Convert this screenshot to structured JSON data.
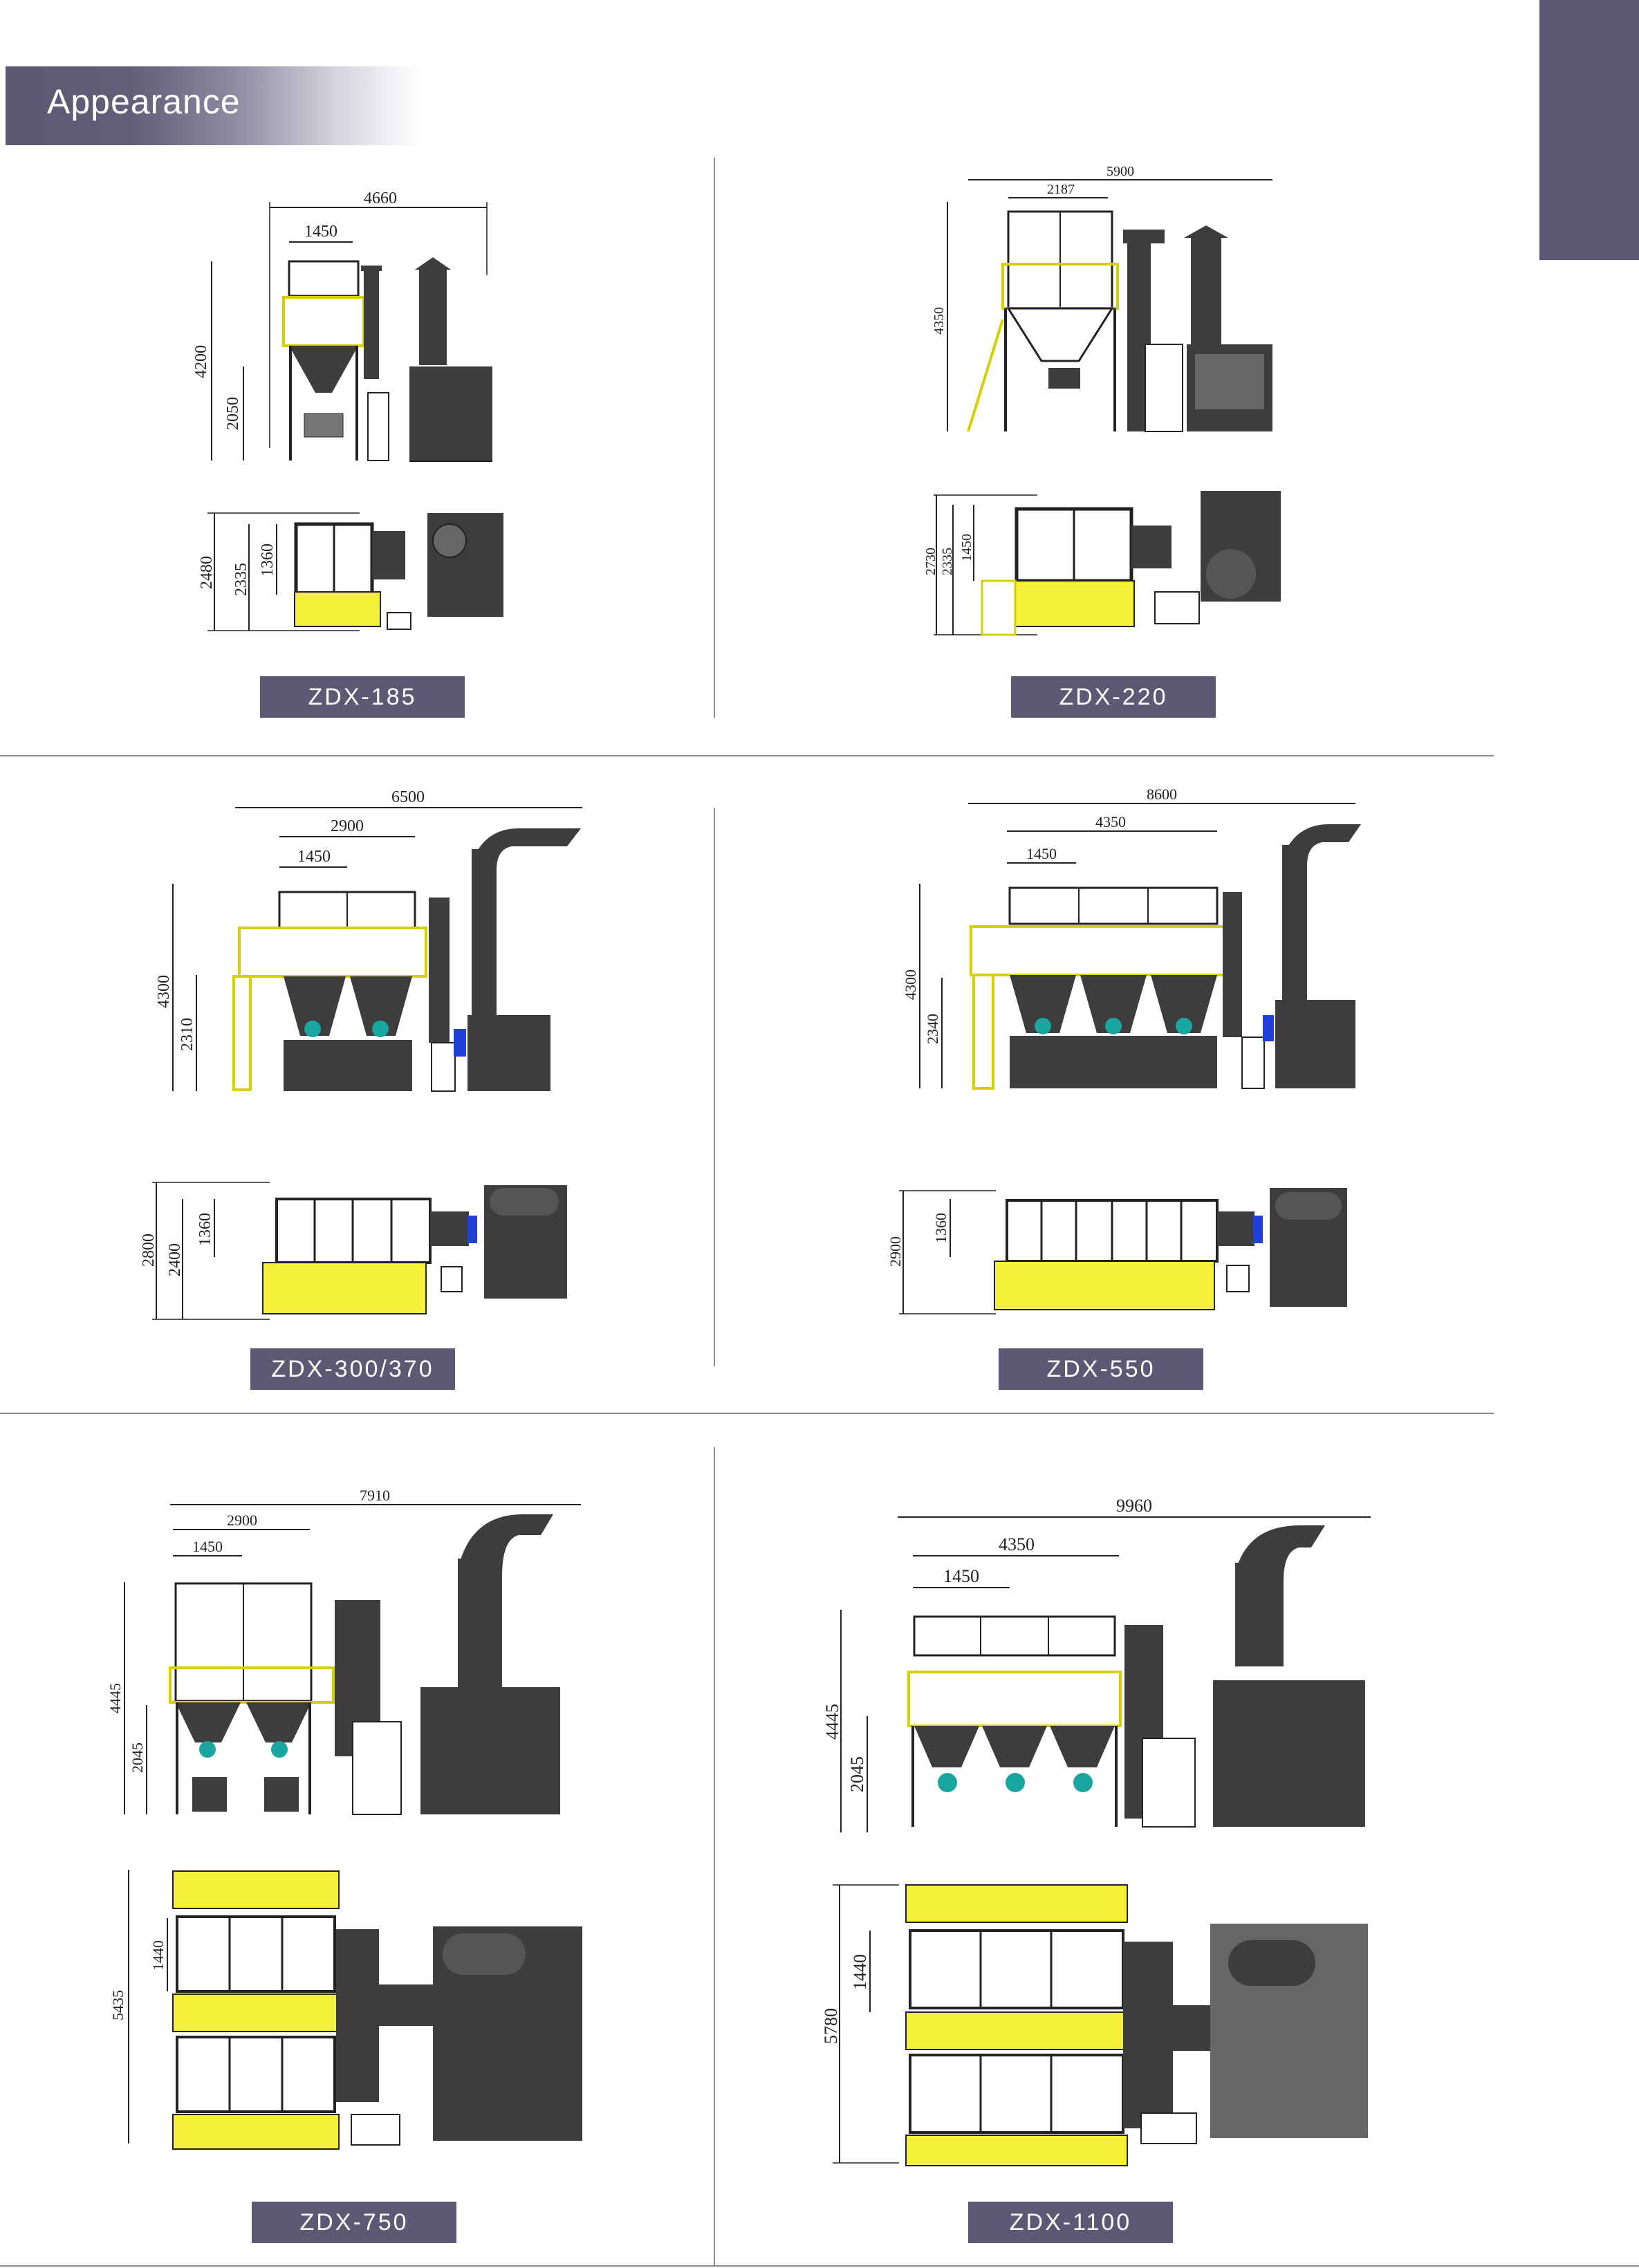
{
  "header": {
    "title": "Appearance"
  },
  "models": [
    {
      "label": "ZDX-185",
      "front": {
        "w": "4660",
        "a": "1450",
        "h": "4200",
        "h2": "2050"
      },
      "top": {
        "d1": "2480",
        "d2": "2335",
        "d3": "1360"
      }
    },
    {
      "label": "ZDX-220",
      "front": {
        "w": "5900",
        "a": "2187",
        "h": "4350"
      },
      "top": {
        "d1": "2730",
        "d2": "2335",
        "d3": "1450"
      }
    },
    {
      "label": "ZDX-300/370",
      "front": {
        "w": "6500",
        "a": "2900",
        "b": "1450",
        "h": "4300",
        "h2": "2310"
      },
      "top": {
        "d1": "2800",
        "d2": "2400",
        "d3": "1360"
      }
    },
    {
      "label": "ZDX-550",
      "front": {
        "w": "8600",
        "a": "4350",
        "b": "1450",
        "h": "4300",
        "h2": "2340"
      },
      "top": {
        "d1": "2900",
        "d3": "1360"
      }
    },
    {
      "label": "ZDX-750",
      "front": {
        "w": "7910",
        "a": "2900",
        "b": "1450",
        "h": "4445",
        "h2": "2045"
      },
      "top": {
        "d1": "5435",
        "d3": "1440"
      }
    },
    {
      "label": "ZDX-1100",
      "front": {
        "w": "9960",
        "a": "4350",
        "b": "1450",
        "h": "4445",
        "h2": "2045"
      },
      "top": {
        "d1": "5780",
        "d3": "1440"
      }
    }
  ],
  "colors": {
    "accent": "#5d5873",
    "machine_dark": "#3d3d3d",
    "railing_yellow": "#f5f03a",
    "fan_blue": "#1f3fd6",
    "motor_teal": "#1aa6a0"
  }
}
